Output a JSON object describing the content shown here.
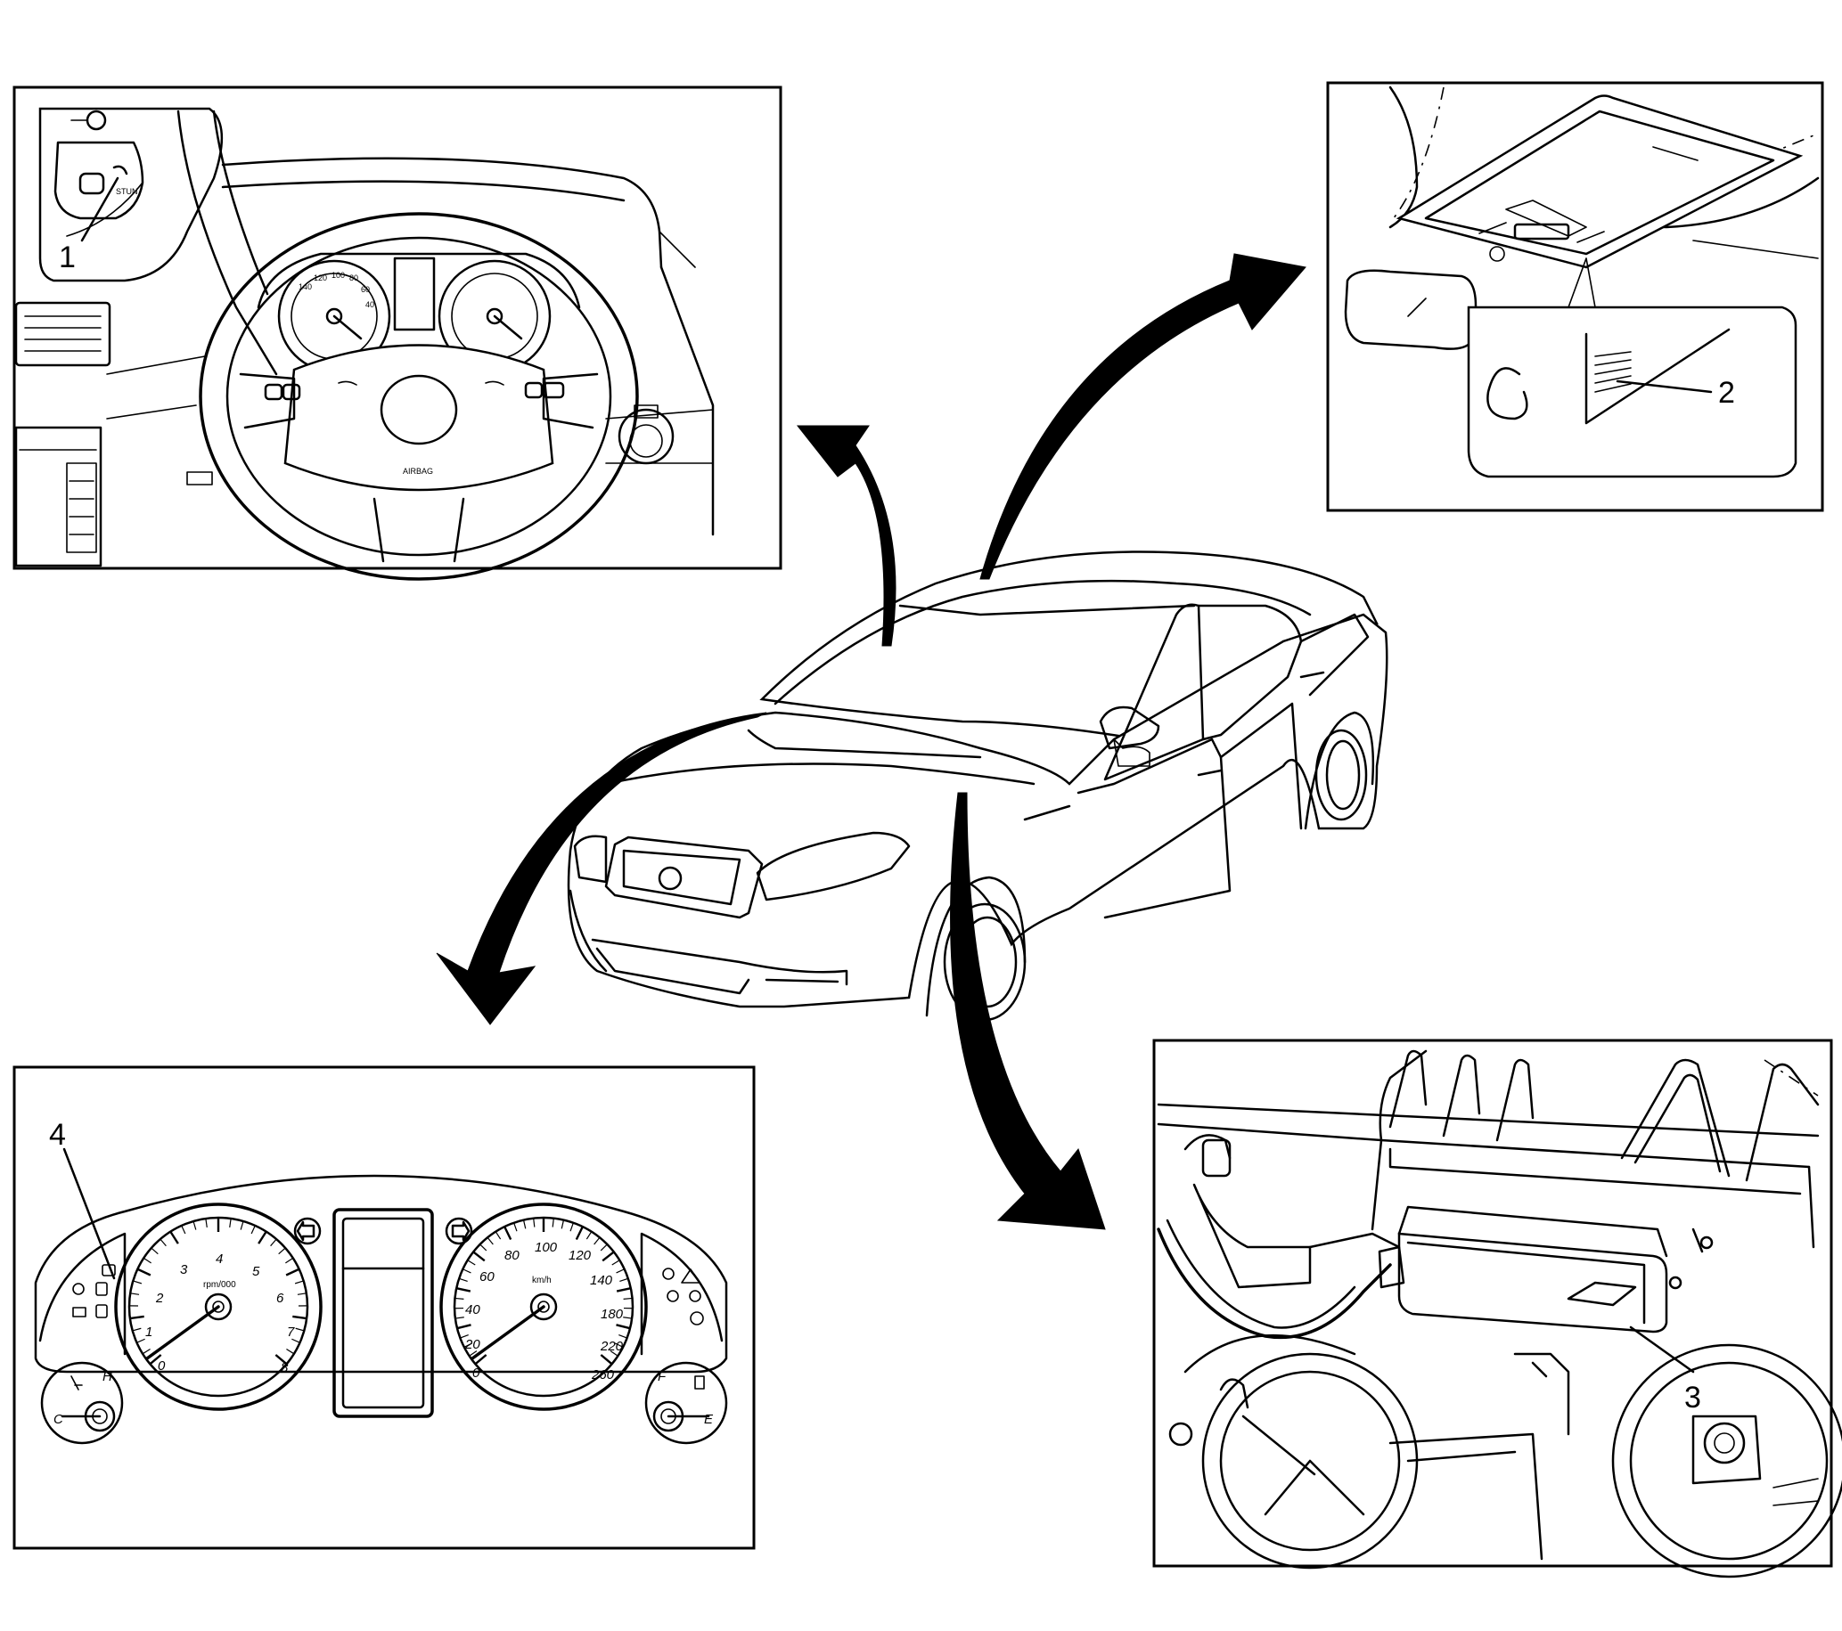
{
  "callouts": {
    "c1": "1",
    "c2": "2",
    "c3": "3",
    "c4": "4"
  },
  "steering": {
    "airbag_label": "AIRBAG",
    "button_label": "STUN",
    "mini_speed_ticks": [
      "140",
      "120",
      "100",
      "80",
      "60",
      "40"
    ]
  },
  "cluster": {
    "tach_unit": "rpm/000",
    "tach_ticks": [
      "0",
      "1",
      "2",
      "3",
      "4",
      "5",
      "6",
      "7",
      "8"
    ],
    "speed_unit": "km/h",
    "speed_ticks": [
      "0",
      "20",
      "40",
      "60",
      "80",
      "100",
      "120",
      "140",
      "180",
      "220",
      "260"
    ],
    "temp_hi": "H",
    "temp_lo": "C",
    "fuel_full": "F",
    "fuel_empty": "E"
  }
}
